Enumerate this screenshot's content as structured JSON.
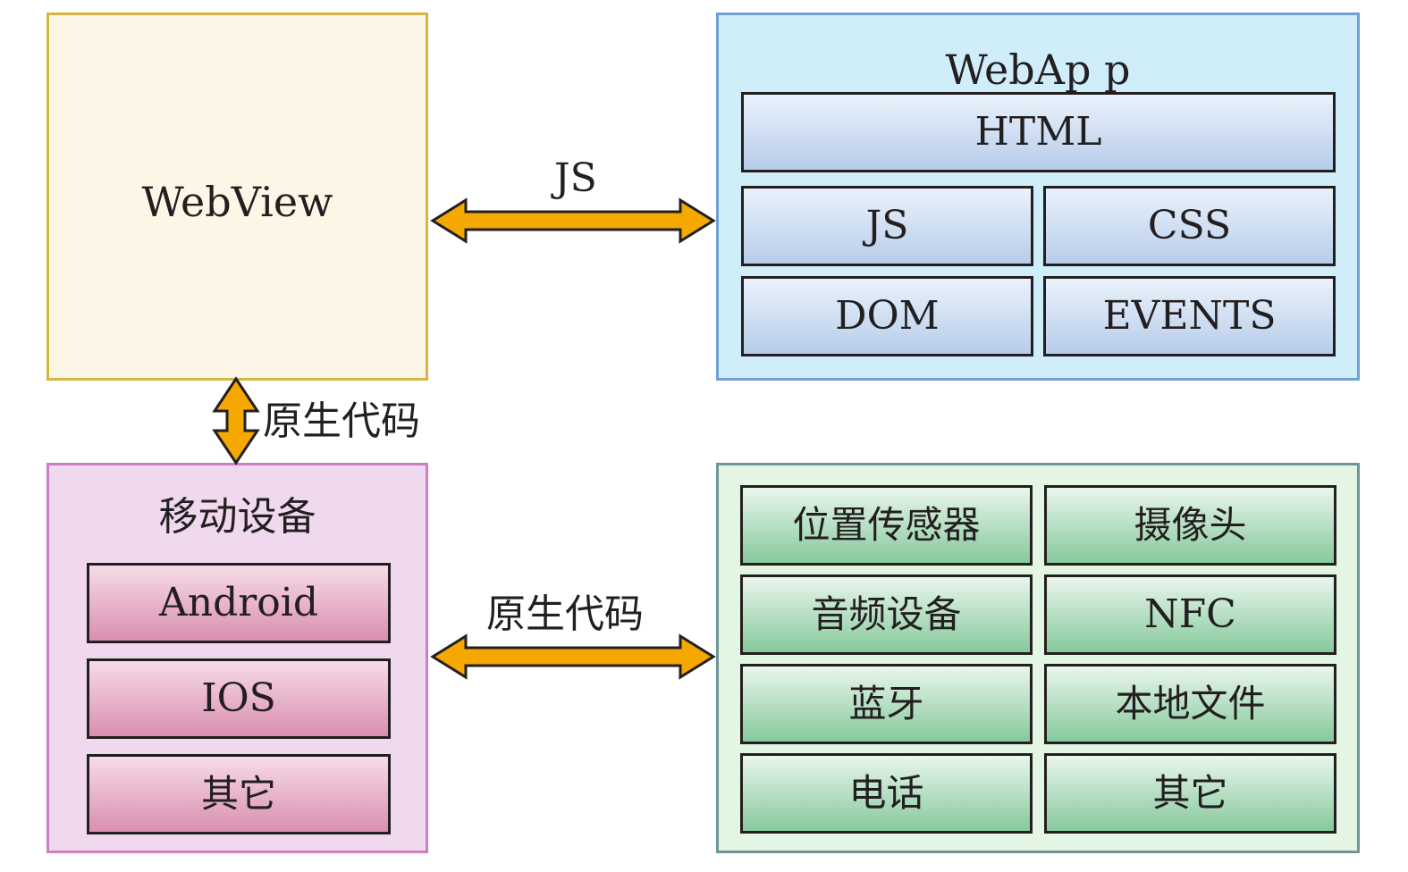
{
  "webview": {
    "title": "WebView"
  },
  "webapp": {
    "title": "WebAp p",
    "cells": [
      "HTML",
      "JS",
      "CSS",
      "DOM",
      "EVENTS"
    ]
  },
  "connectors": {
    "webview_webapp": "JS",
    "webview_mobile": "原生代码",
    "mobile_hardware": "原生代码"
  },
  "mobile_devices": {
    "title": "移动设备",
    "cells": [
      "Android",
      "IOS",
      "其它"
    ]
  },
  "hardware": {
    "cells": [
      "位置传感器",
      "摄像头",
      "音频设备",
      "NFC",
      "蓝牙",
      "本地文件",
      "电话",
      "其它"
    ]
  },
  "colors": {
    "arrow_fill": "#f5a800",
    "outline": "#231f20",
    "webview_bg": "#fdf6e6",
    "webview_border": "#d4b73f",
    "webapp_bg": "#d0eefa",
    "webapp_border": "#6f9fd4",
    "mobile_bg": "#f0d8ee",
    "mobile_border": "#cf7fbf",
    "hardware_bg": "#e3f5e3",
    "hardware_border": "#6f9598"
  }
}
